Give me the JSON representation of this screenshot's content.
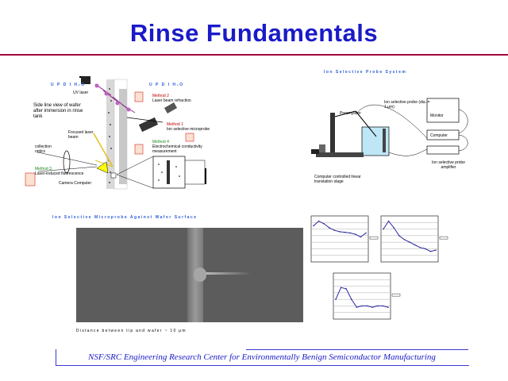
{
  "slide": {
    "title": "Rinse Fundamentals",
    "footer": "NSF/SRC Engineering Research Center for Environmentally Benign Semiconductor Manufacturing"
  },
  "left_diagram": {
    "label_left_h2o": "U P D I H₂O",
    "label_right_h2o": "U P D I H₂O",
    "uv_laser": "UV laser",
    "side_view": "Side line view of wafer after immersion in rinse tank",
    "method2": "Method 2",
    "method2_desc": "Laser beam refraction",
    "method1": "Method 1",
    "method1_desc": "Ion selective microprobe",
    "focused_beam": "Focused laser beam",
    "method4": "Method 4",
    "method4_desc": "Electrochemical conductivity measurement",
    "collection_optics": "collection optics",
    "method3": "Method 3",
    "method3_desc": "Laser-induced fluorescence",
    "ccd_camera": "Camera Computer"
  },
  "right_diagram": {
    "title": "Ion Selective Probe System",
    "preamplifier": "Preamplifier",
    "probe": "Ion selective probe (dia. = 1 μm)",
    "monitor": "Monitor",
    "computer": "Computer",
    "stage": "Computer controlled linear translation stage",
    "amplifier": "Ion selective probe amplifier"
  },
  "photo": {
    "title": "Ion Selective Microprobe Against Wafer Surface",
    "caption": "Distance between tip and wafer ~ 10 μm"
  },
  "chart_data": [
    {
      "type": "line",
      "x": [
        0,
        1,
        2,
        3,
        4,
        5,
        6,
        7,
        8,
        9,
        10
      ],
      "values": [
        55,
        62,
        58,
        52,
        48,
        46,
        45,
        44,
        42,
        38,
        44
      ],
      "ylim": [
        0,
        70
      ]
    },
    {
      "type": "line",
      "x": [
        0,
        1,
        2,
        3,
        4,
        5,
        6,
        7,
        8,
        9,
        10
      ],
      "values": [
        50,
        62,
        52,
        40,
        34,
        30,
        26,
        22,
        20,
        16,
        18
      ],
      "ylim": [
        0,
        70
      ]
    },
    {
      "type": "line",
      "x": [
        0,
        1,
        2,
        3,
        4,
        5,
        6,
        7,
        8,
        9,
        10
      ],
      "values": [
        30,
        48,
        46,
        30,
        18,
        20,
        20,
        18,
        20,
        20,
        18
      ],
      "ylim": [
        0,
        70
      ]
    }
  ]
}
